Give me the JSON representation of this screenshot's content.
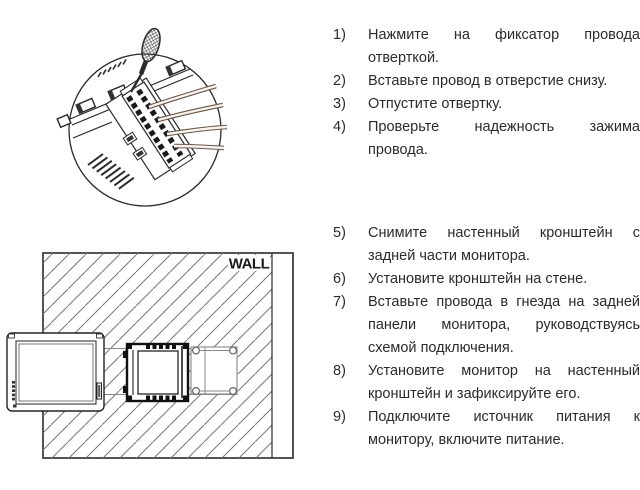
{
  "figures": {
    "top": {
      "name": "terminal-wiring-detail"
    },
    "bottom": {
      "name": "wall-mounting-diagram",
      "wall_label": "WALL"
    }
  },
  "colors": {
    "line": "#2a2a2a",
    "hatch": "#777777",
    "wire": "#6b5648",
    "text": "#2b2b2b"
  },
  "instructions": {
    "group1": [
      {
        "num": "1)",
        "text": "Нажмите на фиксатор провода отверткой."
      },
      {
        "num": "2)",
        "text": "Вставьте провод в отверстие снизу."
      },
      {
        "num": "3)",
        "text": "Отпустите отвертку."
      },
      {
        "num": "4)",
        "text": "Проверьте надежность зажима провода."
      }
    ],
    "group2": [
      {
        "num": "5)",
        "text": "Снимите настенный кронштейн с задней части монитора."
      },
      {
        "num": "6)",
        "text": "Установите кронштейн на стене."
      },
      {
        "num": "7)",
        "text": "Вставьте провода в гнезда на задней панели монитора, руководствуясь схемой подключения."
      },
      {
        "num": "8)",
        "text": "Установите монитор на настенный кронштейн и зафиксируйте его."
      },
      {
        "num": "9)",
        "text": "Подключите источник питания к монитору, включите питание."
      }
    ]
  }
}
